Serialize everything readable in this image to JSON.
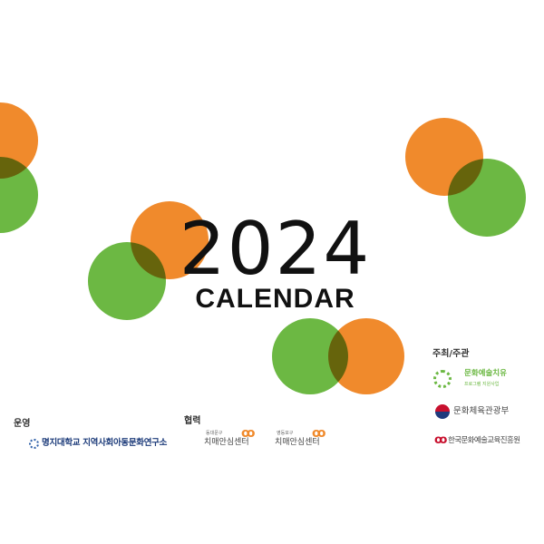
{
  "title": {
    "year": "2024",
    "subtitle": "CALENDAR"
  },
  "colors": {
    "orange": "#f08a2c",
    "green": "#6cb843"
  },
  "operation": {
    "label": "운영",
    "org": "명지대학교 지역사회아동문화연구소"
  },
  "cooperation": {
    "label": "협력",
    "partners": [
      {
        "district": "동대문구",
        "name": "치매안심센터"
      },
      {
        "district": "영등포구",
        "name": "치매안심센터"
      }
    ]
  },
  "hosts": {
    "label": "주최/주관",
    "program": {
      "name": "문화예술치유",
      "sub": "프로그램 지원사업"
    },
    "ministry": "문화체육관광부",
    "arte": "한국문화예술교육진흥원"
  }
}
